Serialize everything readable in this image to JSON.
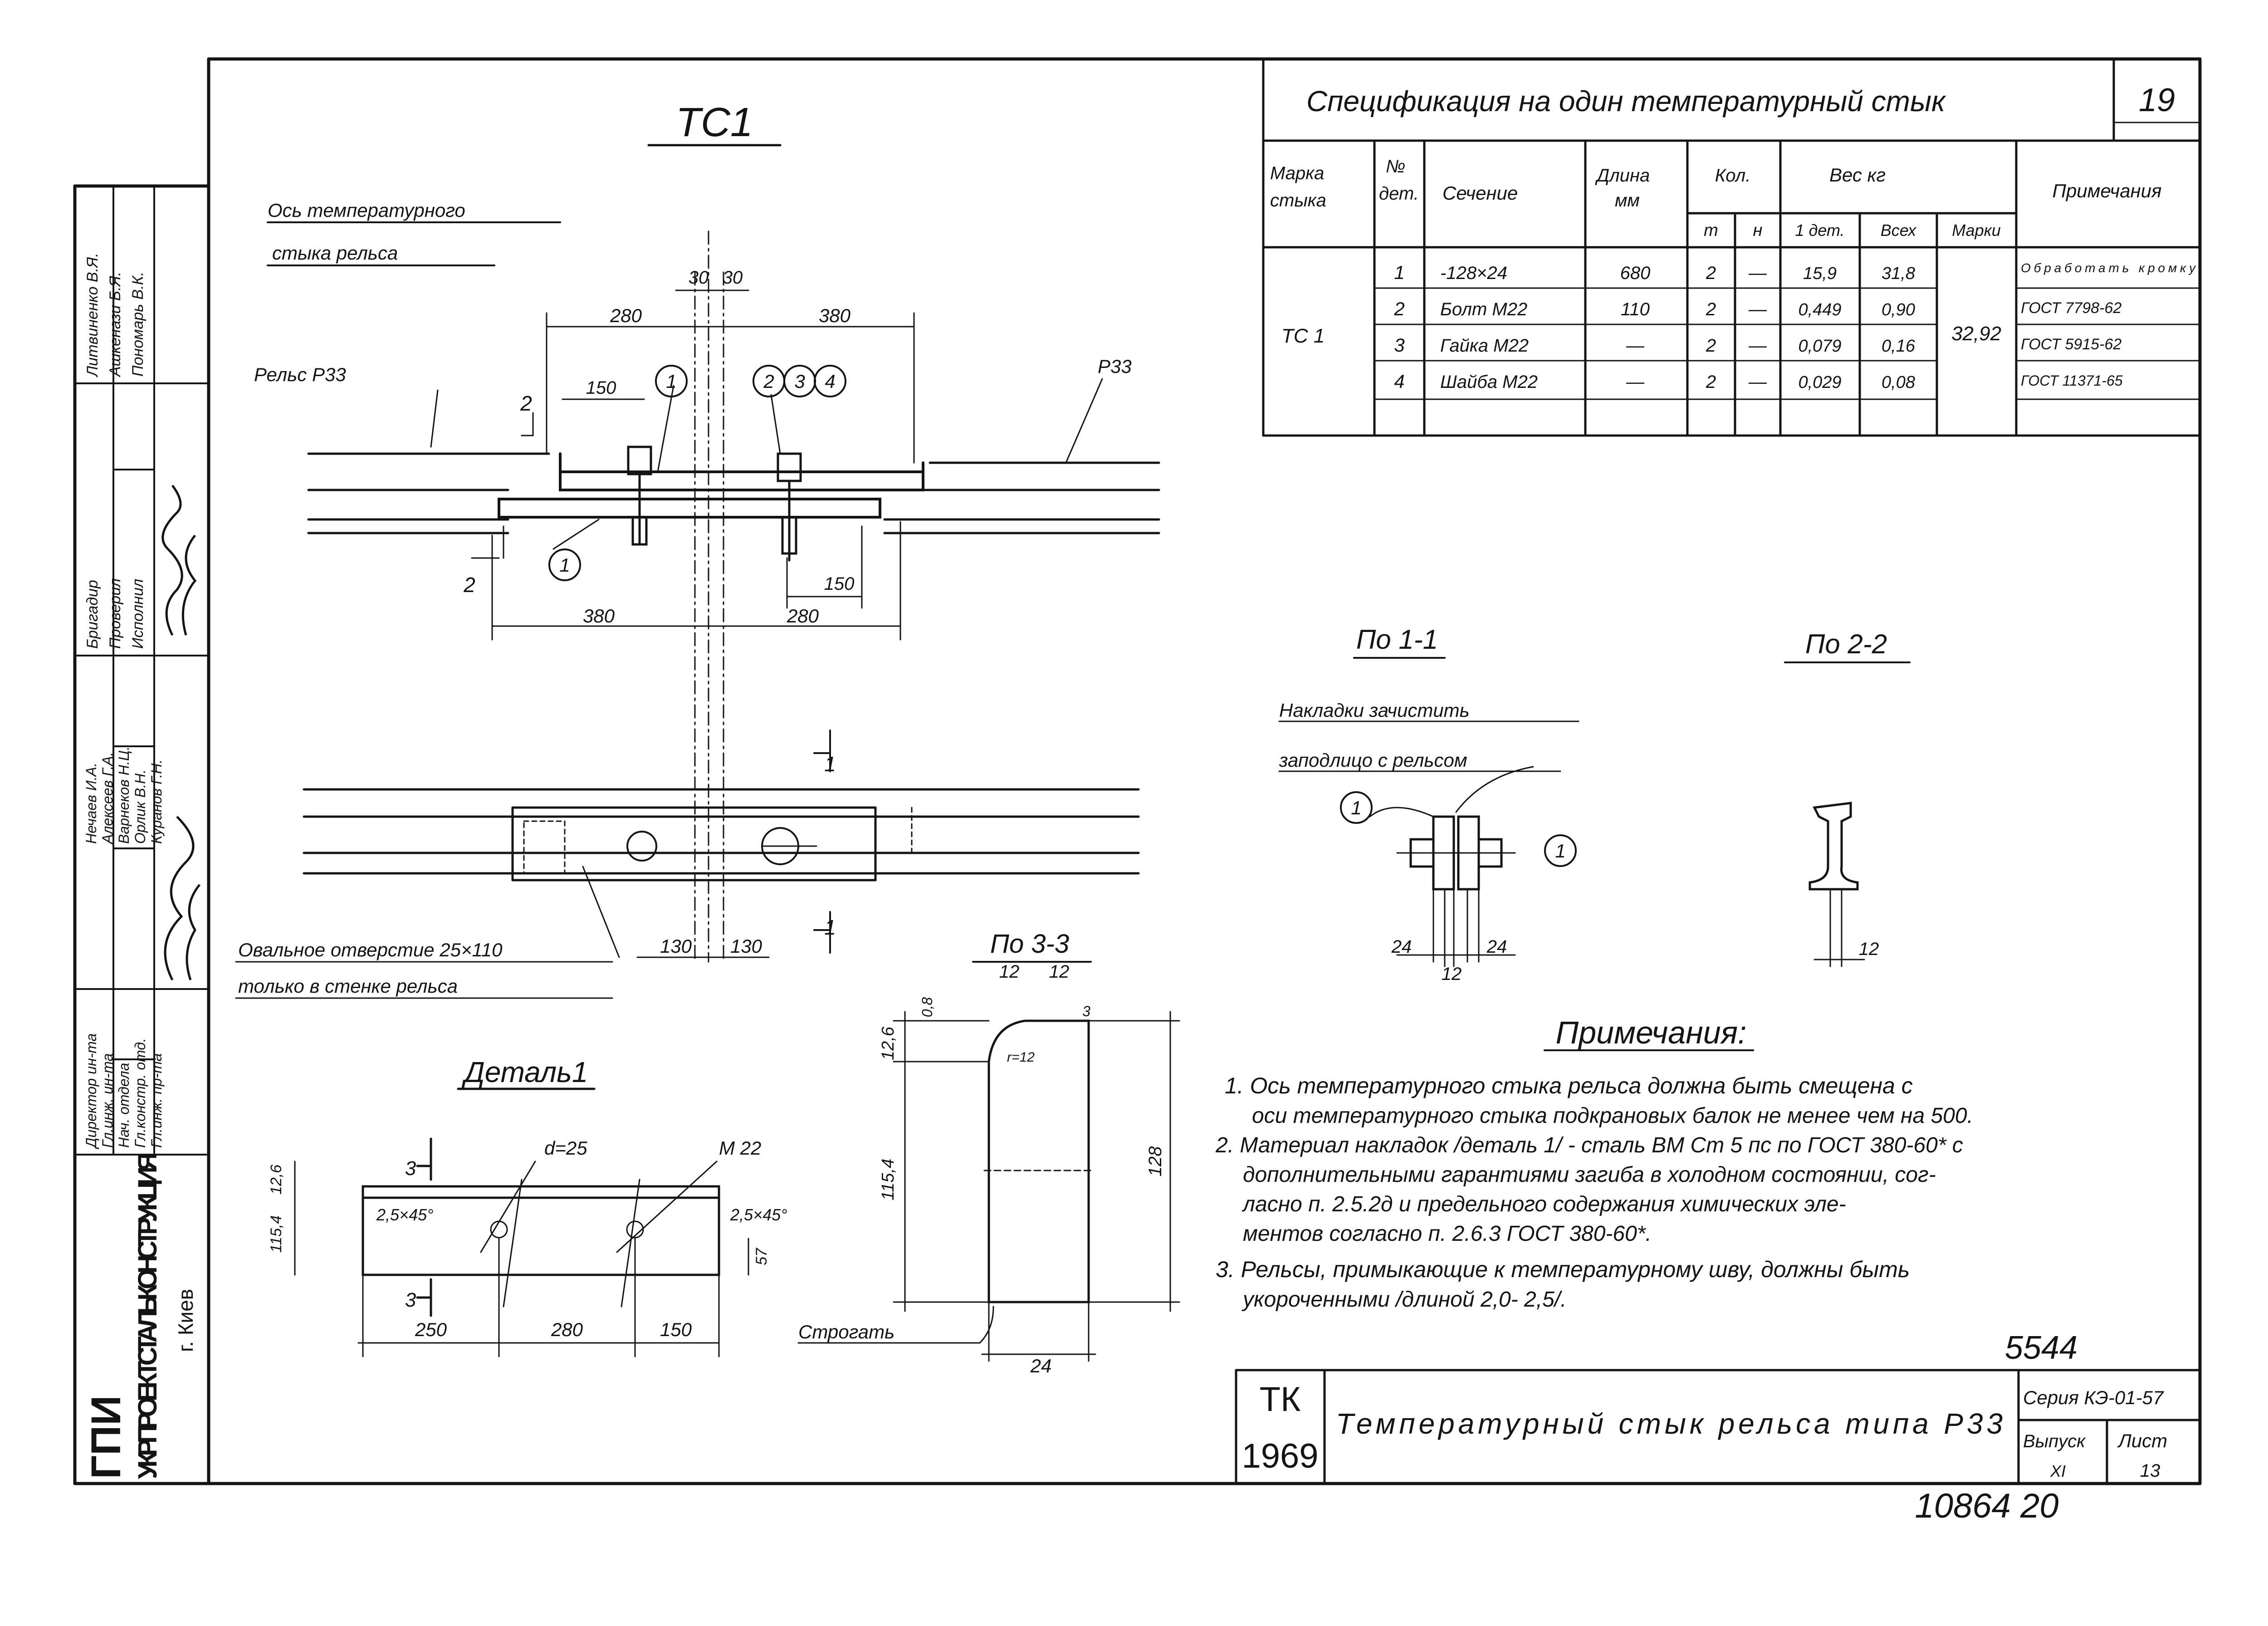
{
  "sheet_number": "19",
  "tc1_title": "ТС1",
  "axis_label": [
    "Ось температурного",
    "стыка рельса"
  ],
  "plan": {
    "dim_30a": "30",
    "dim_30b": "30",
    "dim_280_top": "280",
    "dim_380_top": "380",
    "rail_left": "Рельс Р33",
    "rail_right": "Р33",
    "dim_150_top": "150",
    "dim_150_bot": "150",
    "dim_380_bot": "380",
    "dim_280_bot": "280",
    "section_2": "2",
    "callouts_top": [
      "1",
      "2",
      "3",
      "4"
    ],
    "callout_bottom": "1"
  },
  "elevation": {
    "section_1": "1",
    "dim_130a": "130",
    "dim_130b": "130",
    "oval_note": [
      "Овальное отверстие 25×110",
      "только в стенке рельса"
    ]
  },
  "detail1": {
    "title": "Деталь1",
    "section_3": "3",
    "d_label": "d=25",
    "m_label": "М 22",
    "chamfer_left": "2,5×45°",
    "chamfer_right": "2,5×45°",
    "dim_12_6": "12,6",
    "dim_115_4": "115,4",
    "dim_57": "57",
    "dims_bottom": [
      "250",
      "280",
      "150"
    ]
  },
  "section33": {
    "title": "По 3-3",
    "dim_12a": "12",
    "dim_12b": "12",
    "dim_0_8": "0,8",
    "weld": "3",
    "dim_12_6": "12,6",
    "dim_115_4": "115,4",
    "dim_128": "128",
    "radius": "r=12",
    "dim_24": "24",
    "plane_note": "Строгать"
  },
  "section11": {
    "title": "По 1-1",
    "note": [
      "Накладки зачистить",
      "заподлицо с рельсом"
    ],
    "callout_a": "1",
    "callout_b": "1",
    "dim_24a": "24",
    "dim_24b": "24",
    "dim_12": "12"
  },
  "section22": {
    "title": "По 2-2",
    "dim_12": "12"
  },
  "spec": {
    "title": "Спецификация на один температурный стык",
    "headers": {
      "mark": [
        "Марка",
        "стыка"
      ],
      "no": [
        "№",
        "дет."
      ],
      "section": "Сечение",
      "length": [
        "Длина",
        "мм"
      ],
      "qty": "Кол.",
      "qty_t": "т",
      "qty_n": "н",
      "weight": "Вес кг",
      "w_one": "1 дет.",
      "w_all": "Всех",
      "w_mark": "Марки",
      "note": "Примечания"
    },
    "mark": "ТС 1",
    "mark_weight": "32,92",
    "rows": [
      {
        "no": "1",
        "section": "-128×24",
        "length": "680",
        "t": "2",
        "n": "—",
        "w1": "15,9",
        "wall": "31,8",
        "note": "Обработать кромку"
      },
      {
        "no": "2",
        "section": "Болт М22",
        "length": "110",
        "t": "2",
        "n": "—",
        "w1": "0,449",
        "wall": "0,90",
        "note": "ГОСТ 7798-62"
      },
      {
        "no": "3",
        "section": "Гайка М22",
        "length": "—",
        "t": "2",
        "n": "—",
        "w1": "0,079",
        "wall": "0,16",
        "note": "ГОСТ 5915-62"
      },
      {
        "no": "4",
        "section": "Шайба М22",
        "length": "—",
        "t": "2",
        "n": "—",
        "w1": "0,029",
        "wall": "0,08",
        "note": "ГОСТ 11371-65"
      }
    ]
  },
  "notes": {
    "title": "Примечания:",
    "lines": [
      "1. Ось температурного стыка рельса должна быть смещена с",
      "оси температурного стыка подкрановых балок не менее чем на 500.",
      "2. Материал накладок /деталь 1/ - сталь ВМ Ст 5 пс по ГОСТ 380-60* с",
      "дополнительными гарантиями загиба в холодном состоянии, сог-",
      "ласно п. 2.5.2д и предельного содержания химических эле-",
      "ментов согласно п. 2.6.3 ГОСТ 380-60*.",
      "3. Рельсы, примыкающие к температурному шву, должны быть",
      "укороченными /длиной 2,0- 2,5/."
    ]
  },
  "stamp": {
    "code": "5544",
    "tk": "ТК",
    "year": "1969",
    "title": "Температурный стык рельса типа Р33",
    "series": "Серия КЭ-01-57",
    "issue_label": "Выпуск",
    "issue": "XI",
    "sheet_label": "Лист",
    "sheet": "13"
  },
  "footer_code": "10864 20",
  "sidebar": {
    "org_short": "ГПИ",
    "org_long": "УКРПРОЕКТСТАЛЬКОНСТРУКЦИЯ",
    "city": "г. Киев",
    "roles": [
      "Директор ин-та",
      "Гл.инж. ин-та",
      "Нач. отдела",
      "Гл.констр. отд.",
      "Гл.инж. пр-та"
    ],
    "names": [
      "Нечаев И.А.",
      "Алексеев Г.А.",
      "Варнеков Н.Ц.",
      "Орлик В.Н.",
      "Куранов Г.Н."
    ],
    "roles2": [
      "Бригадир",
      "Проверил",
      "Исполнил"
    ],
    "names2": [
      "Литвиненко В.Я.",
      "Ашкенази Б.Я.",
      "Пономарь В.К."
    ]
  }
}
